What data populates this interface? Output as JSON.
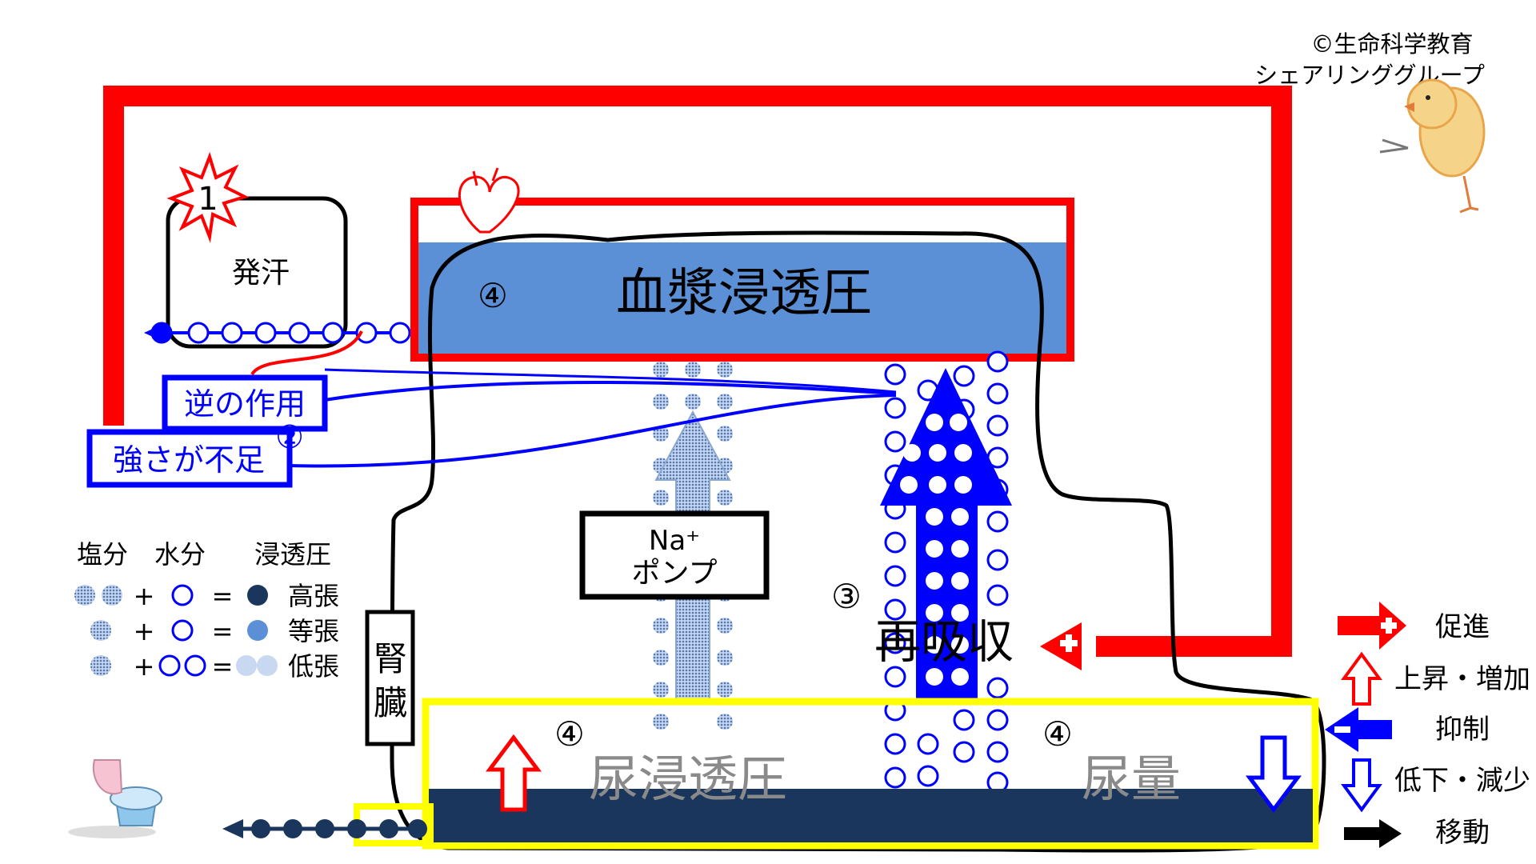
{
  "copyright": {
    "line1": "©生命科学教育",
    "line2": "シェアリンググループ"
  },
  "labels": {
    "sweat": "発汗",
    "plasma_osmotic": "血漿浸透圧",
    "opposite_action": "逆の作用",
    "insufficient_strength": "強さが不足",
    "na_pump_line1": "Na⁺",
    "na_pump_line2": "ポンプ",
    "reabsorption": "再吸収",
    "kidney": "腎臓",
    "urine_osmotic": "尿浸透圧",
    "urine_volume": "尿量"
  },
  "markers": {
    "one": "1",
    "two": "②",
    "three": "③",
    "four": "④"
  },
  "osmolarity_key": {
    "salt": "塩分",
    "water": "水分",
    "osmotic": "浸透圧",
    "plus": "+",
    "equals": "=",
    "hypertonic": "高張",
    "isotonic": "等張",
    "hypotonic": "低張"
  },
  "arrow_legend": {
    "promote": "促進",
    "rise_increase": "上昇・増加",
    "suppress": "抑制",
    "decrease": "低下・減少",
    "move": "移動"
  },
  "colors": {
    "red": "#ff0000",
    "blue": "#0000ff",
    "plasma_blue": "#5b8fd6",
    "urine_navy": "#1b365d",
    "yellow": "#ffff00",
    "salt_dot": "#7f9fd0",
    "gray_arrow": "#8aa8d0"
  }
}
